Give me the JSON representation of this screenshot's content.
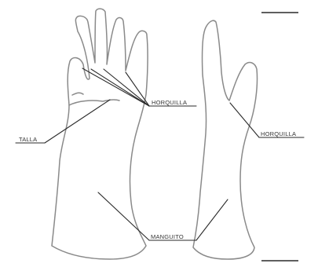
{
  "labels": {
    "horquilla_left": "HORQUILLA",
    "horquilla_right": "HORQUILLA",
    "talla": "TALLA",
    "manguito": "MANGUITO"
  },
  "colors": {
    "outline": "#8a8a8a",
    "leader": "#2a2a2a",
    "background": "#ffffff"
  }
}
